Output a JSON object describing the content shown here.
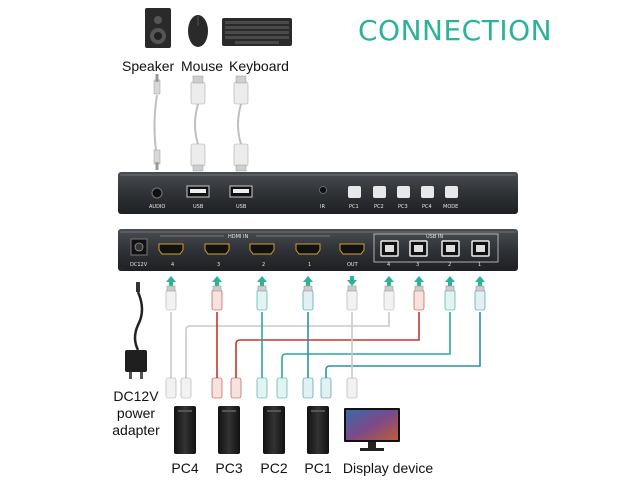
{
  "title": "CONNECTION",
  "peripherals": [
    {
      "label": "Speaker",
      "icon": "speaker-icon"
    },
    {
      "label": "Mouse",
      "icon": "mouse-icon"
    },
    {
      "label": "Keyboard",
      "icon": "keyboard-icon"
    }
  ],
  "front_panel": {
    "audio": "AUDIO",
    "usb1": "USB",
    "usb2": "USB",
    "ir": "IR",
    "buttons": [
      "PC1",
      "PC2",
      "PC3",
      "PC4",
      "MODE"
    ]
  },
  "rear_panel": {
    "dc": "DC12V",
    "hdmi_in": "HDMI IN",
    "hdmi_ports": [
      "4",
      "3",
      "2",
      "1"
    ],
    "out": "OUT",
    "usb_in": "USB IN",
    "usb_ports": [
      "4",
      "3",
      "2",
      "1"
    ]
  },
  "power": {
    "label_lines": [
      "DC12V",
      "power",
      "adapter"
    ]
  },
  "computers": [
    "PC4",
    "PC3",
    "PC2",
    "PC1"
  ],
  "display": "Display device",
  "colors": {
    "pc4": "#c8c8c8",
    "pc3": "#c0392b",
    "pc2": "#29a99a",
    "pc1": "#2c8fa6",
    "accent": "#2bb39a"
  }
}
